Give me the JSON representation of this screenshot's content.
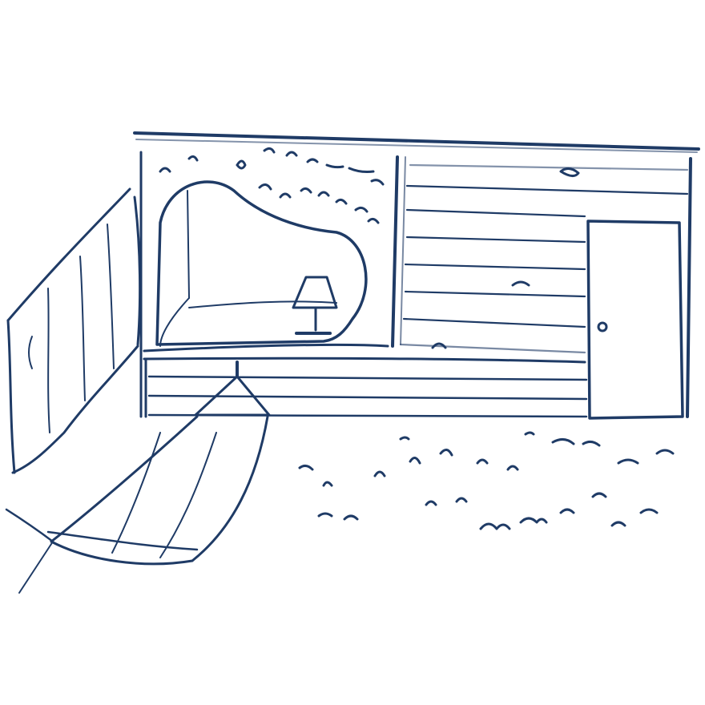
{
  "palette": {
    "background": "#ffffff",
    "ink": "#1f3b66"
  },
  "drawing": {
    "style": "pencil-sketch",
    "subject_elements": [
      "building-facade",
      "arched-window",
      "table-lamp",
      "door",
      "wood-siding",
      "curtain",
      "hammock",
      "grass-tufts"
    ]
  }
}
